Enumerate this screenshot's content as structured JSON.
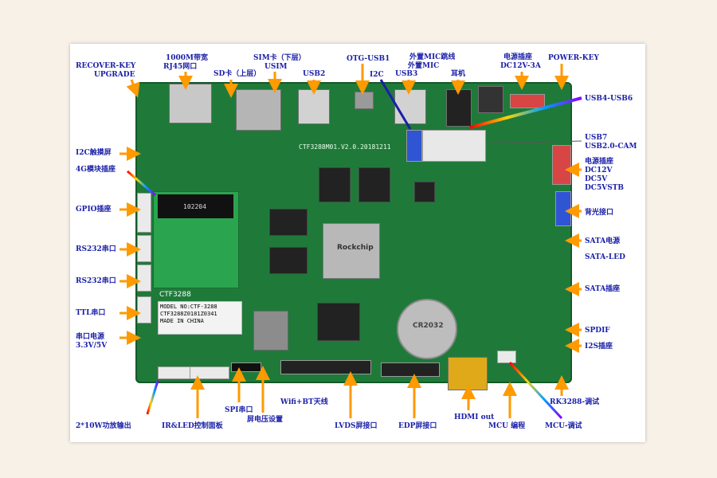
{
  "labels": {
    "recover_key": "RECOVER-KEY",
    "upgrade": "UPGRADE",
    "gigabit_rj45_l1": "1000M带宽",
    "gigabit_rj45_l2": "RJ45网口",
    "sd_card": "SD卡（上层）",
    "sim_card_l1": "SIM卡（下层）",
    "sim_card_l2": "USIM",
    "usb2": "USB2",
    "otg_usb1": "OTG-USB1",
    "i2c": "I2C",
    "usb3": "USB3",
    "ext_mic_jump": "外置MIC跳线",
    "ext_mic": "外置MIC",
    "headphone": "耳机",
    "power_socket_l1": "电源插座",
    "power_socket_l2": "DC12V-3A",
    "power_key": "POWER-KEY",
    "usb4_usb6": "USB4-USB6",
    "usb7": "USB7",
    "usb20_cam": "USB2.0-CAM",
    "i2c_touch": "I2C触摸屏",
    "module_4g": "4G模块插座",
    "gpio": "GPIO插座",
    "rs232_1": "RS232串口",
    "rs232_2": "RS232串口",
    "ttl": "TTL串口",
    "serial_power_l1": "串口电源",
    "serial_power_l2": "3.3V/5V",
    "power_out_l1": "电源插座",
    "power_out_l2": "DC12V",
    "power_out_l3": "DC5V",
    "power_out_l4": "DC5VSTB",
    "backlight": "背光接口",
    "sata_power": "SATA电源",
    "sata_led": "SATA-LED",
    "sata": "SATA插座",
    "spdif": "SPDIF",
    "i2s": "I2S插座",
    "rk3288_debug": "RK3288-调试",
    "amp_out": "2*10W功放输出",
    "ir_led": "IR&LED控制面板",
    "spi": "SPI串口",
    "screen_voltage": "屏电压设置",
    "wifi_bt": "Wifi+BT天线",
    "lvds": "LVDS屏接口",
    "edp": "EDP屏接口",
    "hdmi_out": "HDMI out",
    "mcu_prog": "MCU 编程",
    "mcu_debug": "MCU-调试"
  },
  "board_text": {
    "model_top": "CTF3288M01.V2.0.20181211",
    "ctf": "CTF3288",
    "model_no": "MODEL NO:CTF-3288",
    "serial": "CTF3288Z0181Z0341",
    "made_in": "MADE IN CHINA",
    "rockchip": "Rockchip",
    "battery": "CR2032",
    "m2": "102204"
  },
  "colors": {
    "label": "#1a1fa8",
    "board": "#1f7a3a",
    "arrow_orange": "#ff9a00"
  }
}
